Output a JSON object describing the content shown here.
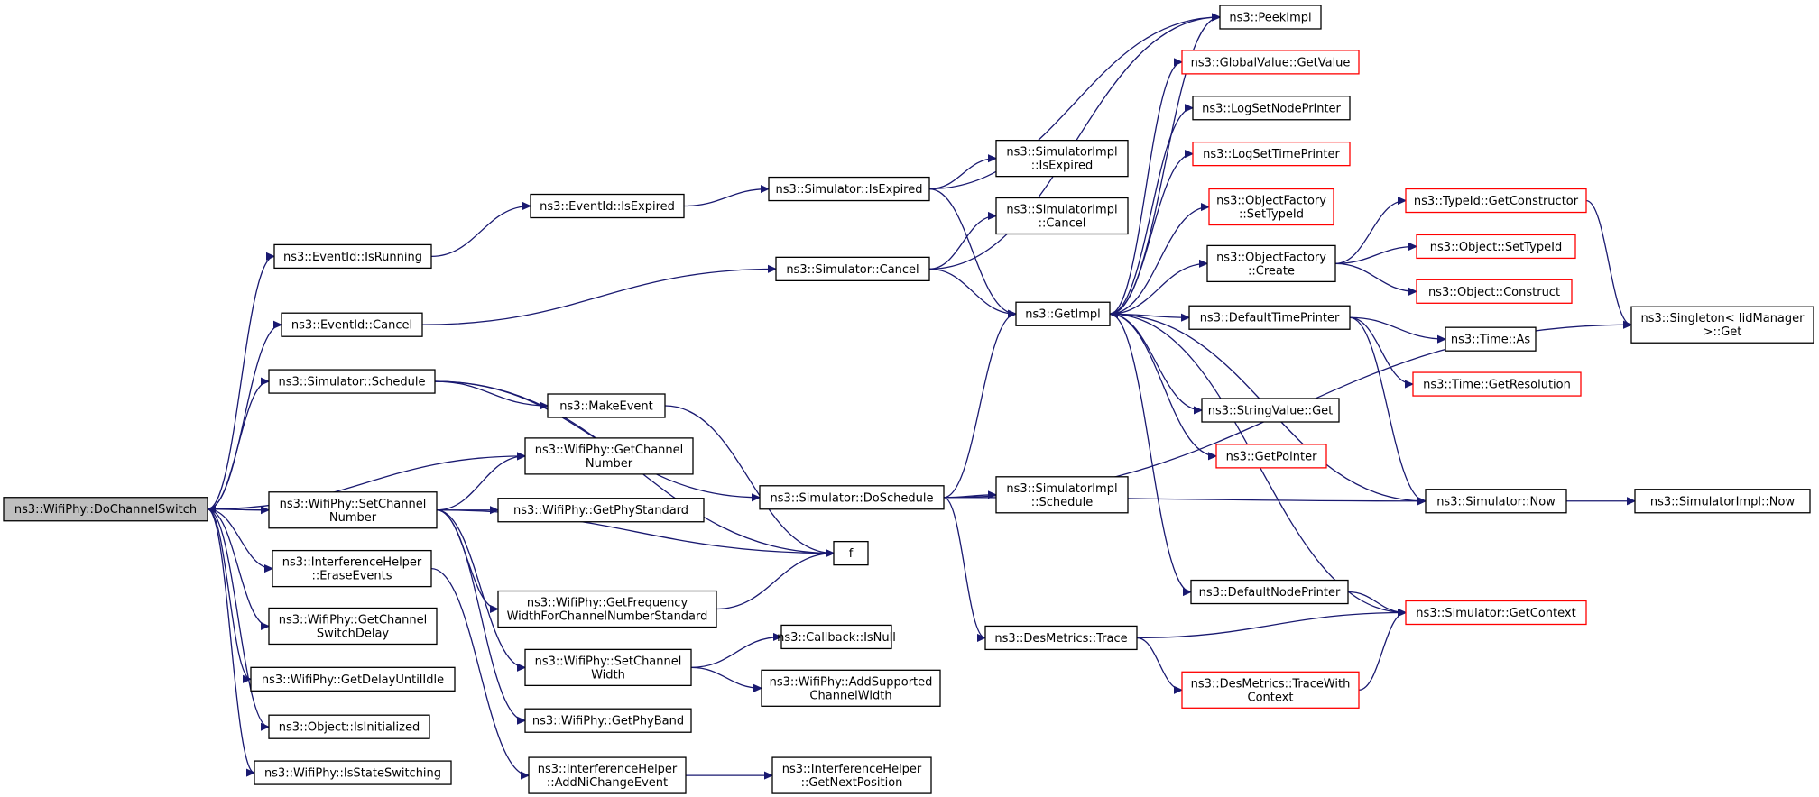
{
  "colors": {
    "edge": "#191970",
    "node_border_black": "#000000",
    "node_border_red": "#ff0000",
    "root_fill": "#bfbfbf"
  },
  "nodes": {
    "n1": {
      "lines": [
        "ns3::WifiPhy::DoChannelSwitch"
      ],
      "border": "black",
      "fill": "#bfbfbf"
    },
    "n2": {
      "lines": [
        "ns3::EventId::IsRunning"
      ],
      "border": "black"
    },
    "n3": {
      "lines": [
        "ns3::EventId::IsExpired"
      ],
      "border": "black"
    },
    "n4": {
      "lines": [
        "ns3::Simulator::IsExpired"
      ],
      "border": "black"
    },
    "n5": {
      "lines": [
        "ns3::PeekImpl"
      ],
      "border": "black"
    },
    "n6": {
      "lines": [
        "ns3::GlobalValue::GetValue"
      ],
      "border": "red"
    },
    "n7": {
      "lines": [
        "ns3::LogSetNodePrinter"
      ],
      "border": "black"
    },
    "n8": {
      "lines": [
        "ns3::LogSetTimePrinter"
      ],
      "border": "red"
    },
    "n9": {
      "lines": [
        "ns3::ObjectFactory",
        "::SetTypeId"
      ],
      "border": "red"
    },
    "n10": {
      "lines": [
        "ns3::ObjectFactory",
        "::Create"
      ],
      "border": "black"
    },
    "n11": {
      "lines": [
        "ns3::TypeId::GetConstructor"
      ],
      "border": "red"
    },
    "n12": {
      "lines": [
        "ns3::Object::SetTypeId"
      ],
      "border": "red"
    },
    "n13": {
      "lines": [
        "ns3::Object::Construct"
      ],
      "border": "red"
    },
    "n14": {
      "lines": [
        "ns3::Singleton< IidManager",
        ">::Get"
      ],
      "border": "black"
    },
    "n15": {
      "lines": [
        "ns3::SimulatorImpl",
        "::IsExpired"
      ],
      "border": "black"
    },
    "n16": {
      "lines": [
        "ns3::SimulatorImpl",
        "::Cancel"
      ],
      "border": "black"
    },
    "n17": {
      "lines": [
        "ns3::Simulator::Cancel"
      ],
      "border": "black"
    },
    "n18": {
      "lines": [
        "ns3::EventId::Cancel"
      ],
      "border": "black"
    },
    "n19": {
      "lines": [
        "ns3::GetImpl"
      ],
      "border": "black"
    },
    "n20": {
      "lines": [
        "ns3::DefaultTimePrinter"
      ],
      "border": "black"
    },
    "n21": {
      "lines": [
        "ns3::Time::As"
      ],
      "border": "black"
    },
    "n22": {
      "lines": [
        "ns3::Time::GetResolution"
      ],
      "border": "red"
    },
    "n23": {
      "lines": [
        "ns3::StringValue::Get"
      ],
      "border": "black"
    },
    "n24": {
      "lines": [
        "ns3::GetPointer"
      ],
      "border": "red"
    },
    "n25": {
      "lines": [
        "ns3::Simulator::Schedule"
      ],
      "border": "black"
    },
    "n26": {
      "lines": [
        "ns3::MakeEvent"
      ],
      "border": "black"
    },
    "n27": {
      "lines": [
        "ns3::WifiPhy::GetChannel",
        "Number"
      ],
      "border": "black"
    },
    "n28": {
      "lines": [
        "ns3::WifiPhy::SetChannel",
        "Number"
      ],
      "border": "black"
    },
    "n29": {
      "lines": [
        "ns3::WifiPhy::GetPhyStandard"
      ],
      "border": "black"
    },
    "n30": {
      "lines": [
        "ns3::Simulator::DoSchedule"
      ],
      "border": "black"
    },
    "n31": {
      "lines": [
        "ns3::SimulatorImpl",
        "::Schedule"
      ],
      "border": "black"
    },
    "n32": {
      "lines": [
        "ns3::Simulator::Now"
      ],
      "border": "black"
    },
    "n33": {
      "lines": [
        "ns3::SimulatorImpl::Now"
      ],
      "border": "black"
    },
    "n34": {
      "lines": [
        "f"
      ],
      "border": "black"
    },
    "n35": {
      "lines": [
        "ns3::InterferenceHelper",
        "::EraseEvents"
      ],
      "border": "black"
    },
    "n36": {
      "lines": [
        "ns3::WifiPhy::GetFrequency",
        "WidthForChannelNumberStandard"
      ],
      "border": "black"
    },
    "n37": {
      "lines": [
        "ns3::DefaultNodePrinter"
      ],
      "border": "black"
    },
    "n38": {
      "lines": [
        "ns3::Simulator::GetContext"
      ],
      "border": "red"
    },
    "n39": {
      "lines": [
        "ns3::WifiPhy::GetChannel",
        "SwitchDelay"
      ],
      "border": "black"
    },
    "n40": {
      "lines": [
        "ns3::DesMetrics::Trace"
      ],
      "border": "black"
    },
    "n41": {
      "lines": [
        "ns3::WifiPhy::SetChannel",
        "Width"
      ],
      "border": "black"
    },
    "n42": {
      "lines": [
        "ns3::Callback::IsNull"
      ],
      "border": "black"
    },
    "n43": {
      "lines": [
        "ns3::WifiPhy::GetDelayUntilIdle"
      ],
      "border": "black"
    },
    "n44": {
      "lines": [
        "ns3::WifiPhy::AddSupported",
        "ChannelWidth"
      ],
      "border": "black"
    },
    "n45": {
      "lines": [
        "ns3::DesMetrics::TraceWith",
        "Context"
      ],
      "border": "red"
    },
    "n46": {
      "lines": [
        "ns3::WifiPhy::GetPhyBand"
      ],
      "border": "black"
    },
    "n47": {
      "lines": [
        "ns3::Object::IsInitialized"
      ],
      "border": "black"
    },
    "n48": {
      "lines": [
        "ns3::InterferenceHelper",
        "::AddNiChangeEvent"
      ],
      "border": "black"
    },
    "n49": {
      "lines": [
        "ns3::InterferenceHelper",
        "::GetNextPosition"
      ],
      "border": "black"
    },
    "n50": {
      "lines": [
        "ns3::WifiPhy::IsStateSwitching"
      ],
      "border": "black"
    }
  },
  "edges": [
    [
      "n1",
      "n2"
    ],
    [
      "n1",
      "n18"
    ],
    [
      "n1",
      "n25"
    ],
    [
      "n1",
      "n27"
    ],
    [
      "n1",
      "n28"
    ],
    [
      "n1",
      "n35"
    ],
    [
      "n1",
      "n39"
    ],
    [
      "n1",
      "n43"
    ],
    [
      "n1",
      "n47"
    ],
    [
      "n1",
      "n50"
    ],
    [
      "n2",
      "n3"
    ],
    [
      "n3",
      "n4"
    ],
    [
      "n4",
      "n5"
    ],
    [
      "n4",
      "n15"
    ],
    [
      "n4",
      "n19"
    ],
    [
      "n18",
      "n17"
    ],
    [
      "n17",
      "n16"
    ],
    [
      "n17",
      "n19"
    ],
    [
      "n17",
      "n5"
    ],
    [
      "n19",
      "n5"
    ],
    [
      "n19",
      "n6"
    ],
    [
      "n19",
      "n7"
    ],
    [
      "n19",
      "n8"
    ],
    [
      "n19",
      "n9"
    ],
    [
      "n19",
      "n10"
    ],
    [
      "n19",
      "n20"
    ],
    [
      "n19",
      "n23"
    ],
    [
      "n19",
      "n24"
    ],
    [
      "n19",
      "n37"
    ],
    [
      "n10",
      "n11"
    ],
    [
      "n10",
      "n12"
    ],
    [
      "n10",
      "n13"
    ],
    [
      "n11",
      "n14"
    ],
    [
      "n20",
      "n21"
    ],
    [
      "n20",
      "n22"
    ],
    [
      "n20",
      "n32"
    ],
    [
      "n25",
      "n26"
    ],
    [
      "n25",
      "n30"
    ],
    [
      "n25",
      "n34"
    ],
    [
      "n26",
      "n34"
    ],
    [
      "n28",
      "n1"
    ],
    [
      "n28",
      "n27"
    ],
    [
      "n28",
      "n29"
    ],
    [
      "n28",
      "n34"
    ],
    [
      "n28",
      "n36"
    ],
    [
      "n28",
      "n41"
    ],
    [
      "n28",
      "n46"
    ],
    [
      "n36",
      "n34"
    ],
    [
      "n41",
      "n42"
    ],
    [
      "n41",
      "n44"
    ],
    [
      "n30",
      "n19"
    ],
    [
      "n30",
      "n31"
    ],
    [
      "n30",
      "n32"
    ],
    [
      "n30",
      "n40"
    ],
    [
      "n30",
      "n14"
    ],
    [
      "n32",
      "n19"
    ],
    [
      "n32",
      "n33"
    ],
    [
      "n37",
      "n38"
    ],
    [
      "n38",
      "n19"
    ],
    [
      "n40",
      "n38"
    ],
    [
      "n40",
      "n45"
    ],
    [
      "n45",
      "n38"
    ],
    [
      "n35",
      "n48"
    ],
    [
      "n48",
      "n49"
    ]
  ]
}
